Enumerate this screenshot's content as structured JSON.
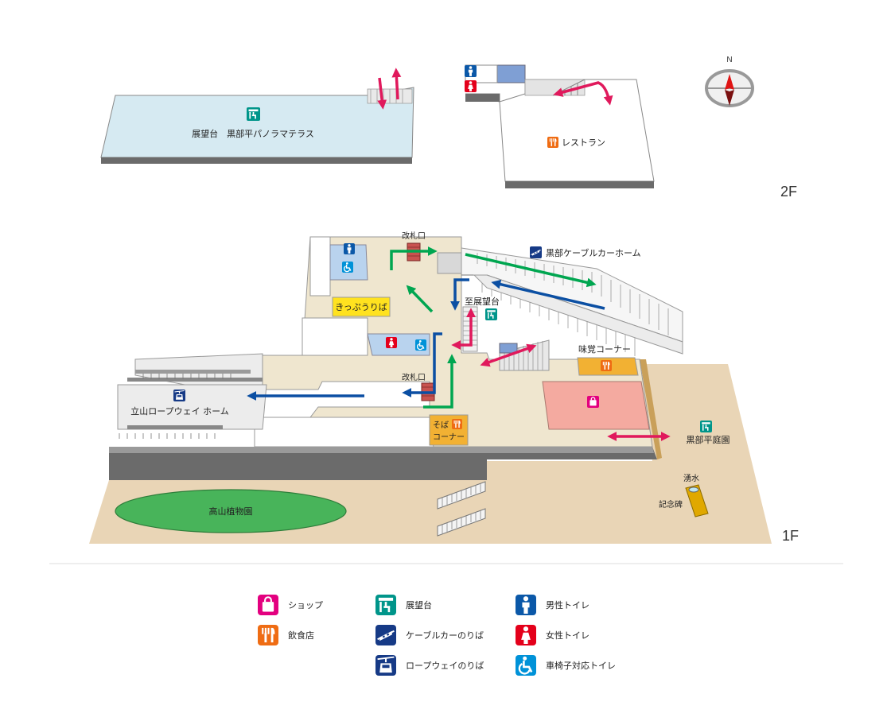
{
  "colors": {
    "terrace": "#d6eaf2",
    "hall": "#efe6cf",
    "garden": "#e9d5b6",
    "botanical": "#48b45a",
    "shop_area": "#f4aaa0",
    "wall": "#6b6b6b",
    "toilet_room": "#b9d3ee",
    "kippu": "#ffe21f",
    "mikaku": "#f2b133",
    "soba": "#f2b133",
    "arrow_green": "#00a650",
    "arrow_blue": "#0b4fa3",
    "arrow_red": "#e0195c",
    "shop": "#e3007f",
    "restaurant": "#ef6c13",
    "observation": "#00958a",
    "cable": "#163a86",
    "ropeway": "#163a86",
    "male": "#0b58a8",
    "female": "#e4001b",
    "accessible": "#0092d8"
  },
  "compass": {
    "north": "N"
  },
  "floors": {
    "upper": "2F",
    "lower": "1F"
  },
  "upper_floor": {
    "terrace": "展望台　黒部平パノラマテラス",
    "restaurant": "レストラン"
  },
  "lower_floor": {
    "ticket_gate_top": "改札口",
    "ticket_gate_bottom": "改札口",
    "cable_platform": "黒部ケーブルカーホーム",
    "kippu": "きっぷうりば",
    "to_observation": "至展望台",
    "mikaku": "味覚コーナー",
    "ropeway_platform": "立山ロープウェイ ホーム",
    "soba_line1": "そば",
    "soba_line2": "コーナー",
    "garden": "黒部平庭園",
    "botanical": "高山植物園",
    "spring": "湧水",
    "monument": "記念碑"
  },
  "legend": [
    {
      "icon": "shop-icon",
      "label": "ショップ",
      "color": "#e3007f"
    },
    {
      "icon": "restaurant-icon",
      "label": "飲食店",
      "color": "#ef6c13"
    },
    {
      "icon": "observation-icon",
      "label": "展望台",
      "color": "#00958a"
    },
    {
      "icon": "cable-car-icon",
      "label": "ケーブルカーのりば",
      "color": "#163a86"
    },
    {
      "icon": "ropeway-icon",
      "label": "ロープウェイのりば",
      "color": "#163a86"
    },
    {
      "icon": "male-toilet-icon",
      "label": "男性トイレ",
      "color": "#0b58a8"
    },
    {
      "icon": "female-toilet-icon",
      "label": "女性トイレ",
      "color": "#e4001b"
    },
    {
      "icon": "accessible-toilet-icon",
      "label": "車椅子対応トイレ",
      "color": "#0092d8"
    }
  ]
}
